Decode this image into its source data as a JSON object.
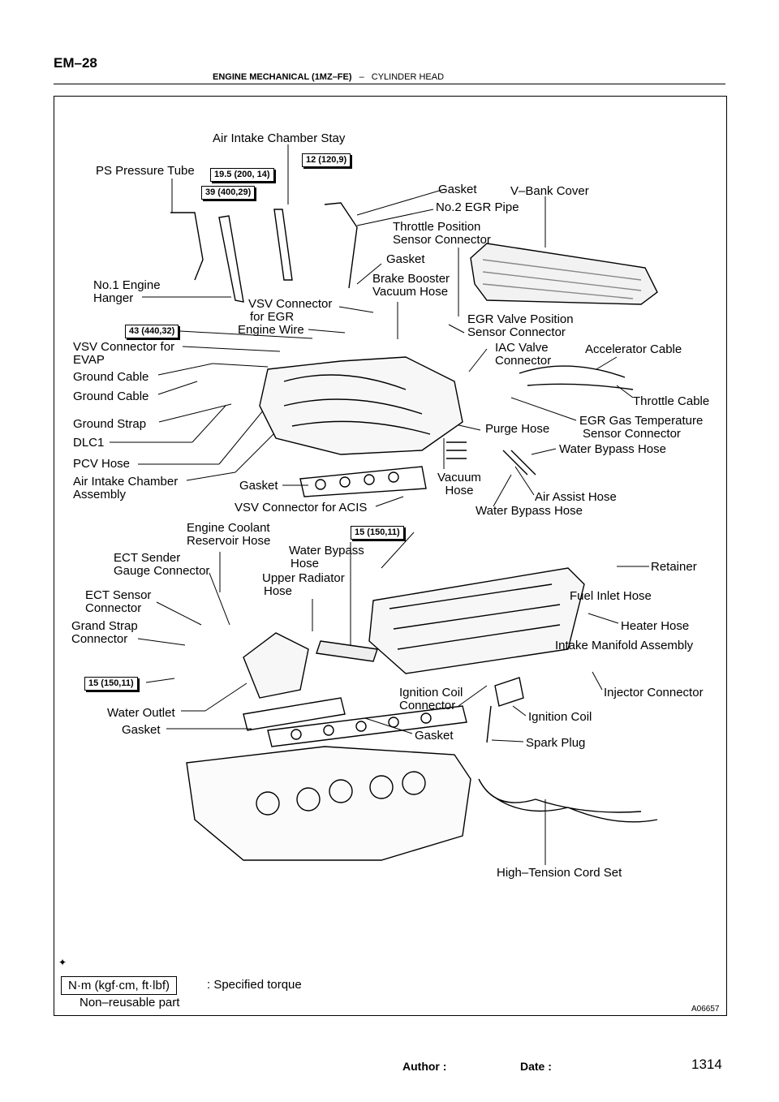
{
  "header": {
    "page_code": "EM–28",
    "section": "ENGINE MECHANICAL (1MZ–FE)",
    "dash": "–",
    "subsection": "CYLINDER HEAD"
  },
  "labels": {
    "air_intake_chamber_stay": "Air Intake Chamber Stay",
    "ps_pressure_tube": "PS Pressure Tube",
    "gasket_top": "Gasket",
    "v_bank_cover": "V–Bank Cover",
    "no2_egr_pipe": "No.2 EGR Pipe",
    "throttle_position_sensor_connector_1": "Throttle Position",
    "throttle_position_sensor_connector_2": "Sensor Connector",
    "gasket_2": "Gasket",
    "brake_booster_vacuum_hose_1": "Brake Booster",
    "brake_booster_vacuum_hose_2": "Vacuum Hose",
    "no1_engine_hanger_1": "No.1 Engine",
    "no1_engine_hanger_2": "Hanger",
    "vsv_connector_egr_1": "VSV Connector",
    "vsv_connector_egr_2": "for EGR",
    "engine_wire": "Engine Wire",
    "egr_valve_position_1": "EGR Valve Position",
    "egr_valve_position_2": "Sensor Connector",
    "vsv_connector_evap_1": "VSV Connector for",
    "vsv_connector_evap_2": "EVAP",
    "iac_valve_connector_1": "IAC Valve",
    "iac_valve_connector_2": "Connector",
    "accelerator_cable": "Accelerator Cable",
    "ground_cable_1": "Ground Cable",
    "ground_cable_2": "Ground Cable",
    "throttle_cable": "Throttle Cable",
    "ground_strap": "Ground Strap",
    "egr_gas_temp_1": "EGR Gas Temperature",
    "egr_gas_temp_2": "Sensor Connector",
    "purge_hose": "Purge Hose",
    "dlc1": "DLC1",
    "water_bypass_hose_1": "Water Bypass Hose",
    "pcv_hose": "PCV Hose",
    "air_intake_chamber_1": "Air Intake Chamber",
    "air_intake_chamber_2": "Assembly",
    "gasket_3": "Gasket",
    "vacuum_hose_1": "Vacuum",
    "vacuum_hose_2": "Hose",
    "air_assist_hose": "Air Assist Hose",
    "vsv_connector_acis": "VSV Connector for ACIS",
    "water_bypass_hose_2": "Water Bypass Hose",
    "engine_coolant_1": "Engine Coolant",
    "engine_coolant_2": "Reservoir Hose",
    "water_bypass_hose_3a": "Water Bypass",
    "water_bypass_hose_3b": "Hose",
    "ect_sender_1": "ECT Sender",
    "ect_sender_2": "Gauge Connector",
    "retainer": "Retainer",
    "upper_radiator_1": "Upper Radiator",
    "upper_radiator_2": "Hose",
    "ect_sensor_1": "ECT Sensor",
    "ect_sensor_2": "Connector",
    "fuel_inlet_hose": "Fuel Inlet Hose",
    "grand_strap_1": "Grand Strap",
    "grand_strap_2": "Connector",
    "heater_hose": "Heater Hose",
    "intake_manifold_assembly": "Intake Manifold Assembly",
    "injector_connector": "Injector Connector",
    "ignition_coil_connector_1": "Ignition Coil",
    "ignition_coil_connector_2": "Connector",
    "water_outlet": "Water Outlet",
    "ignition_coil": "Ignition Coil",
    "gasket_4": "Gasket",
    "gasket_5": "Gasket",
    "spark_plug": "Spark Plug",
    "high_tension_cord_set": "High–Tension Cord Set"
  },
  "torques": {
    "t1": "19.5 (200, 14)",
    "t2": "12 (120,9)",
    "t3": "39 (400,29)",
    "t4": "43 (440,32)",
    "t5": "15 (150,11)",
    "t6": "15 (150,11)"
  },
  "legend": {
    "unit_box": "N·m (kgf·cm, ft·lbf)",
    "unit_desc": ": Specified torque",
    "nonreusable_symbol": "✦",
    "nonreusable": "Non–reusable part"
  },
  "figure_id": "A06657",
  "footer": {
    "author": "Author :",
    "date": "Date :",
    "page_no": "1314"
  }
}
